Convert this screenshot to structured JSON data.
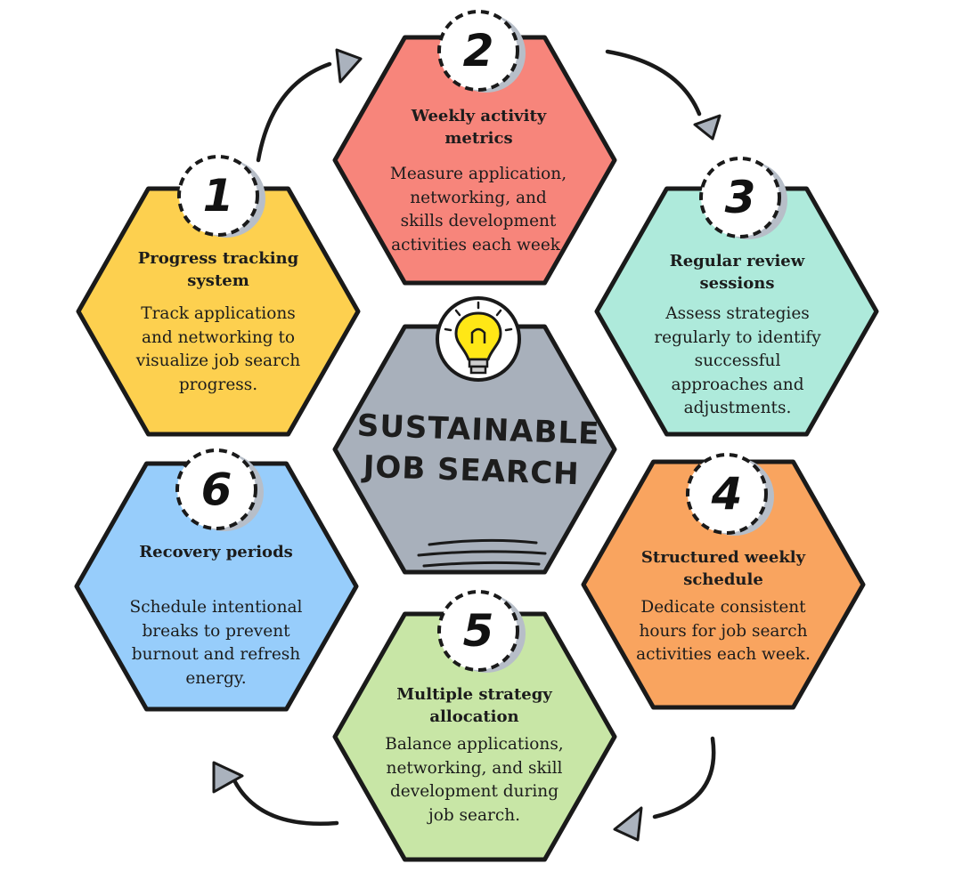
{
  "center": {
    "line1": "SUSTAINABLE",
    "line2": "JOB SEARCH",
    "icon": "light-bulb-icon"
  },
  "steps": [
    {
      "number": "1",
      "title": "Progress tracking system",
      "title_lines": [
        "Progress tracking",
        "system"
      ],
      "desc_lines": [
        "Track applications",
        "and networking to",
        "visualize job search",
        "progress."
      ],
      "color": "#fdd04f"
    },
    {
      "number": "2",
      "title": "Weekly activity metrics",
      "title_lines": [
        "Weekly activity",
        "metrics"
      ],
      "desc_lines": [
        "Measure application,",
        "networking, and",
        "skills development",
        "activities each week."
      ],
      "color": "#f7857b"
    },
    {
      "number": "3",
      "title": "Regular review sessions",
      "title_lines": [
        "Regular review",
        "sessions"
      ],
      "desc_lines": [
        "Assess strategies",
        "regularly to identify",
        "successful",
        "approaches and",
        "adjustments."
      ],
      "color": "#aeeadb"
    },
    {
      "number": "4",
      "title": "Structured weekly schedule",
      "title_lines": [
        "Structured weekly",
        "schedule"
      ],
      "desc_lines": [
        "Dedicate consistent",
        "hours for job search",
        "activities each week."
      ],
      "color": "#f9a45f"
    },
    {
      "number": "5",
      "title": "Multiple strategy allocation",
      "title_lines": [
        "Multiple strategy",
        "allocation"
      ],
      "desc_lines": [
        "Balance applications,",
        "networking, and skill",
        "development during",
        "job search."
      ],
      "color": "#c8e6a6"
    },
    {
      "number": "6",
      "title": "Recovery periods",
      "title_lines": [
        "Recovery periods"
      ],
      "desc_lines": [
        "Schedule intentional",
        "breaks to prevent",
        "burnout and refresh",
        "energy."
      ],
      "color": "#97cdfb"
    }
  ],
  "colors": {
    "center_fill": "#a8b0bb",
    "outline": "#1a1a1a",
    "arrow_head": "#aab2bd"
  }
}
